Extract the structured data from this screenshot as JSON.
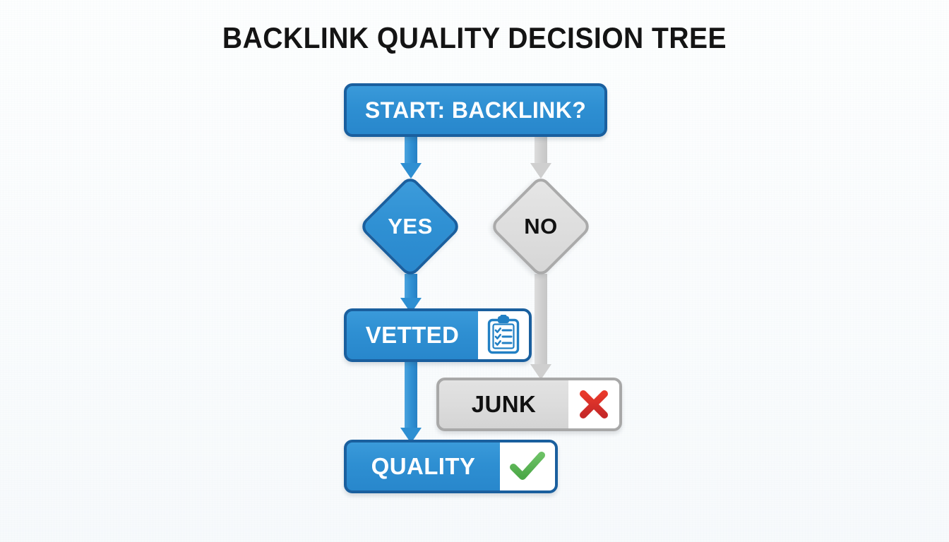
{
  "title": "BACKLINK QUALITY DECISION TREE",
  "background_color": "#fcfdfe",
  "palette": {
    "blue_fill": "#2e8fd2",
    "blue_border": "#1a5f9e",
    "gray_fill": "#dcdcdc",
    "gray_border": "#a8a8a8",
    "white_panel": "#ffffff",
    "green_check": "#5cb85c",
    "red_x": "#d93025",
    "title_color": "#141414"
  },
  "nodes": {
    "start": {
      "label": "START: BACKLINK?",
      "shape": "rounded-rect",
      "style": "blue"
    },
    "yes": {
      "label": "YES",
      "shape": "diamond",
      "style": "blue"
    },
    "no": {
      "label": "NO",
      "shape": "diamond",
      "style": "gray"
    },
    "vetted": {
      "label": "VETTED",
      "shape": "rounded-rect",
      "style": "blue",
      "icon": "clipboard-checklist-icon"
    },
    "junk": {
      "label": "JUNK",
      "shape": "rounded-rect",
      "style": "gray",
      "icon": "red-x-icon"
    },
    "quality": {
      "label": "QUALITY",
      "shape": "rounded-rect",
      "style": "blue",
      "icon": "green-check-icon"
    }
  },
  "connectors": [
    {
      "id": "start-to-yes",
      "from": "start",
      "to": "yes",
      "style": "blue",
      "direction": "down"
    },
    {
      "id": "start-to-no",
      "from": "start",
      "to": "no",
      "style": "gray",
      "direction": "down"
    },
    {
      "id": "yes-to-vetted",
      "from": "yes",
      "to": "vetted",
      "style": "blue",
      "direction": "down"
    },
    {
      "id": "no-to-junk",
      "from": "no",
      "to": "junk",
      "style": "gray",
      "direction": "down"
    },
    {
      "id": "vetted-to-quality",
      "from": "vetted",
      "to": "quality",
      "style": "blue",
      "direction": "down"
    }
  ]
}
